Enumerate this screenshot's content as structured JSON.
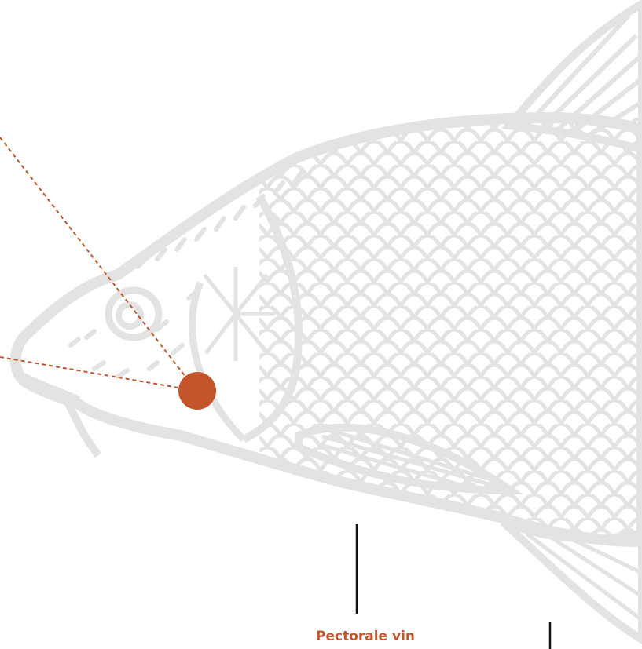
{
  "labels": {
    "pectoral_fin": "Pectorale vin"
  },
  "colors": {
    "accent": "#c4552b",
    "fish_line": "#e3e3e3",
    "leader_line": "#111111",
    "background": "#ffffff"
  },
  "icons": {
    "hotspot": "orange-dot-marker",
    "fish": "fish-engraving-illustration"
  }
}
